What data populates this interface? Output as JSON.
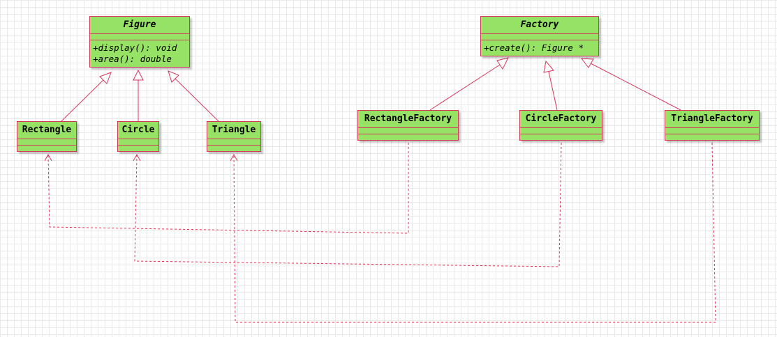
{
  "classes": {
    "figure": {
      "name": "Figure",
      "abstract": true,
      "operations": [
        "+display(): void",
        "+area(): double"
      ]
    },
    "rectangle": {
      "name": "Rectangle",
      "operations": []
    },
    "circle": {
      "name": "Circle",
      "operations": []
    },
    "triangle": {
      "name": "Triangle",
      "operations": []
    },
    "factory": {
      "name": "Factory",
      "abstract": true,
      "operations": [
        "+create(): Figure *"
      ]
    },
    "rectangle_factory": {
      "name": "RectangleFactory",
      "operations": []
    },
    "circle_factory": {
      "name": "CircleFactory",
      "operations": []
    },
    "triangle_factory": {
      "name": "TriangleFactory",
      "operations": []
    }
  },
  "relationships": [
    {
      "type": "generalization",
      "from": "Rectangle",
      "to": "Figure"
    },
    {
      "type": "generalization",
      "from": "Circle",
      "to": "Figure"
    },
    {
      "type": "generalization",
      "from": "Triangle",
      "to": "Figure"
    },
    {
      "type": "generalization",
      "from": "RectangleFactory",
      "to": "Factory"
    },
    {
      "type": "generalization",
      "from": "CircleFactory",
      "to": "Factory"
    },
    {
      "type": "generalization",
      "from": "TriangleFactory",
      "to": "Factory"
    },
    {
      "type": "dependency",
      "from": "RectangleFactory",
      "to": "Rectangle"
    },
    {
      "type": "dependency",
      "from": "CircleFactory",
      "to": "Circle"
    },
    {
      "type": "dependency",
      "from": "TriangleFactory",
      "to": "Triangle"
    }
  ],
  "colors": {
    "class_fill": "#96e264",
    "line": "#d6365a",
    "grid": "#e9e9e9"
  }
}
